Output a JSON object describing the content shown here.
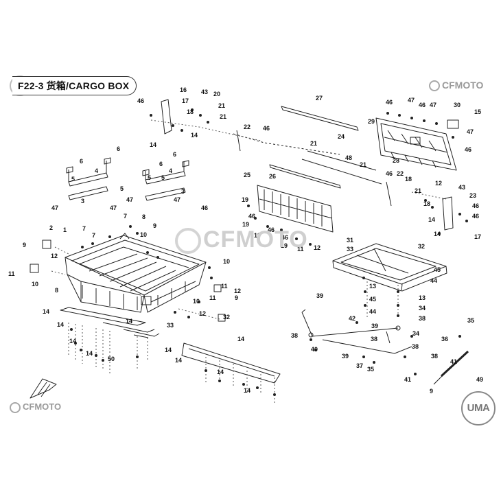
{
  "header": {
    "title": "F22-3 货箱/CARGO BOX"
  },
  "branding": {
    "logo_top": "CFMOTO",
    "logo_bottom": "CFMOTO",
    "watermark": "CFMOTO",
    "badge": "UMA"
  },
  "callouts": [
    {
      "label": "46"
    },
    {
      "label": "16"
    },
    {
      "label": "17"
    },
    {
      "label": "43"
    },
    {
      "label": "20"
    },
    {
      "label": "18"
    },
    {
      "label": "21"
    },
    {
      "label": "21"
    },
    {
      "label": "22"
    },
    {
      "label": "46"
    },
    {
      "label": "14"
    },
    {
      "label": "14"
    },
    {
      "label": "27"
    },
    {
      "label": "47"
    },
    {
      "label": "46"
    },
    {
      "label": "47"
    },
    {
      "label": "46"
    },
    {
      "label": "30"
    },
    {
      "label": "15"
    },
    {
      "label": "29"
    },
    {
      "label": "47"
    },
    {
      "label": "46"
    },
    {
      "label": "24"
    },
    {
      "label": "21"
    },
    {
      "label": "48"
    },
    {
      "label": "28"
    },
    {
      "label": "21"
    },
    {
      "label": "25"
    },
    {
      "label": "26"
    },
    {
      "label": "46"
    },
    {
      "label": "22"
    },
    {
      "label": "18"
    },
    {
      "label": "12"
    },
    {
      "label": "21"
    },
    {
      "label": "43"
    },
    {
      "label": "23"
    },
    {
      "label": "18"
    },
    {
      "label": "46"
    },
    {
      "label": "14"
    },
    {
      "label": "46"
    },
    {
      "label": "17"
    },
    {
      "label": "14"
    },
    {
      "label": "6"
    },
    {
      "label": "6"
    },
    {
      "label": "6"
    },
    {
      "label": "6"
    },
    {
      "label": "5"
    },
    {
      "label": "4"
    },
    {
      "label": "5"
    },
    {
      "label": "5"
    },
    {
      "label": "4"
    },
    {
      "label": "5"
    },
    {
      "label": "3"
    },
    {
      "label": "47"
    },
    {
      "label": "47"
    },
    {
      "label": "3"
    },
    {
      "label": "47"
    },
    {
      "label": "47"
    },
    {
      "label": "46"
    },
    {
      "label": "19"
    },
    {
      "label": "19"
    },
    {
      "label": "46"
    },
    {
      "label": "19"
    },
    {
      "label": "46"
    },
    {
      "label": "46"
    },
    {
      "label": "19"
    },
    {
      "label": "12"
    },
    {
      "label": "11"
    },
    {
      "label": "2"
    },
    {
      "label": "1"
    },
    {
      "label": "7"
    },
    {
      "label": "7"
    },
    {
      "label": "7"
    },
    {
      "label": "8"
    },
    {
      "label": "9"
    },
    {
      "label": "10"
    },
    {
      "label": "9"
    },
    {
      "label": "12"
    },
    {
      "label": "11"
    },
    {
      "label": "10"
    },
    {
      "label": "8"
    },
    {
      "label": "10"
    },
    {
      "label": "11"
    },
    {
      "label": "12"
    },
    {
      "label": "9"
    },
    {
      "label": "11"
    },
    {
      "label": "10"
    },
    {
      "label": "12"
    },
    {
      "label": "33"
    },
    {
      "label": "32"
    },
    {
      "label": "31"
    },
    {
      "label": "33"
    },
    {
      "label": "32"
    },
    {
      "label": "45"
    },
    {
      "label": "44"
    },
    {
      "label": "13"
    },
    {
      "label": "45"
    },
    {
      "label": "44"
    },
    {
      "label": "13"
    },
    {
      "label": "34"
    },
    {
      "label": "38"
    },
    {
      "label": "39"
    },
    {
      "label": "42"
    },
    {
      "label": "39"
    },
    {
      "label": "38"
    },
    {
      "label": "34"
    },
    {
      "label": "40"
    },
    {
      "label": "38"
    },
    {
      "label": "39"
    },
    {
      "label": "38"
    },
    {
      "label": "38"
    },
    {
      "label": "37"
    },
    {
      "label": "35"
    },
    {
      "label": "41"
    },
    {
      "label": "35"
    },
    {
      "label": "36"
    },
    {
      "label": "41"
    },
    {
      "label": "49"
    },
    {
      "label": "9"
    },
    {
      "label": "14"
    },
    {
      "label": "14"
    },
    {
      "label": "14"
    },
    {
      "label": "14"
    },
    {
      "label": "14"
    },
    {
      "label": "50"
    },
    {
      "label": "14"
    },
    {
      "label": "14"
    },
    {
      "label": "14"
    },
    {
      "label": "14"
    },
    {
      "label": "14"
    }
  ]
}
